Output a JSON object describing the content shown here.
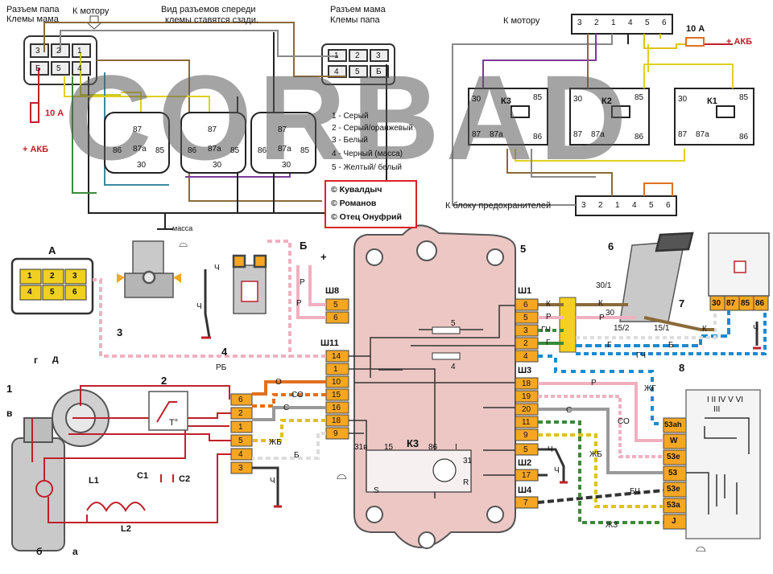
{
  "watermark": "CORBAD",
  "top_left": {
    "male_plug": "Разъем папа",
    "female_plug": "Клемы мама",
    "to_motor": "К мотору",
    "view_note_1": "Вид разъемов спереди",
    "view_note_2": "клемы ставятся сзади.",
    "female_plug_r": "Разъем мама",
    "male_plug_r": "Клемы папа",
    "fuse": "10 А",
    "akb": "+ АКБ",
    "mass": "масса",
    "plug_left_pins": [
      "3",
      "2",
      "1",
      "Б",
      "5",
      "4"
    ],
    "plug_right_pins": [
      "1",
      "2",
      "3",
      "4",
      "5",
      "Б"
    ],
    "relay_pins": [
      "87",
      "86",
      "87а",
      "85",
      "30"
    ]
  },
  "wire_legend": [
    "1 - Серый",
    "2 - Серый/оранжевый",
    "3 - Белый",
    "4 - Черный (масса)",
    "5 - Желтый/ белый"
  ],
  "credits": [
    "© Кувалдыч",
    "© Романов",
    "© Отец Онуфрий"
  ],
  "top_right": {
    "to_motor": "К мотору",
    "fuse": "10 А",
    "akb": "+ АКБ",
    "to_fuse_block": "К блоку предохранителей",
    "connector_pins": [
      "3",
      "2",
      "1",
      "4",
      "5",
      "6"
    ],
    "relays": [
      "К3",
      "К2",
      "К1"
    ],
    "relay_pin_labels": [
      "30",
      "85",
      "87",
      "87а",
      "86"
    ]
  },
  "main": {
    "connector_A_label": "А",
    "connector_A_pins": [
      "1",
      "2",
      "3",
      "4",
      "5",
      "6"
    ],
    "label_B": "Б",
    "plus": "+",
    "numbers": [
      "1",
      "2",
      "3",
      "4",
      "5",
      "6",
      "7",
      "8"
    ],
    "letters": {
      "g": "г",
      "d": "д",
      "v": "в",
      "b": "б",
      "a": "а"
    },
    "L1": "L1",
    "L2": "L2",
    "C1": "C1",
    "C2": "C2",
    "thermo": "T°",
    "block_headers": {
      "sh8": "Ш8",
      "sh11": "Ш11",
      "sh1": "Ш1",
      "sh3": "Ш3",
      "sh2": "Ш2",
      "sh4": "Ш4"
    },
    "sh8_pins": [
      "5",
      "6"
    ],
    "sh11_pins": [
      "14",
      "1",
      "10",
      "15",
      "16",
      "18",
      "9"
    ],
    "motor_conn_pins": [
      "6",
      "2",
      "1",
      "5",
      "4",
      "3"
    ],
    "sh1_pins": [
      "6",
      "5",
      "3",
      "2",
      "4"
    ],
    "sh3_pins": [
      "18",
      "19",
      "20",
      "11",
      "9"
    ],
    "sh2_pins": [
      "5",
      "17"
    ],
    "sh4_pins": [
      "7"
    ],
    "k3": "К3",
    "k3_pins": [
      "31в",
      "15",
      "86",
      "I",
      "31",
      "S",
      "R"
    ],
    "resistor_labels": [
      "5",
      "4"
    ],
    "wire_codes_left": [
      "Р",
      "Р",
      "РБ",
      "Ч",
      "Ч",
      "О",
      "СО",
      "С",
      "ЖБ",
      "Б",
      "Ч"
    ],
    "wire_codes_right": [
      "К",
      "Р",
      "ГЧ",
      "Г",
      "ЖГ",
      "Р",
      "С",
      "СО",
      "ЖБ",
      "Ч",
      "БЧ",
      "ЖЗ",
      "К",
      "Б",
      "Г",
      "ГЧ"
    ],
    "ign_switch_pins": [
      "30/1",
      "30",
      "15/2",
      "15/1"
    ],
    "relay7_pins": [
      "30",
      "87",
      "85",
      "86"
    ],
    "switch8_positions": "I II IV V VI",
    "switch8_pos3": "III",
    "switch8_pins": [
      "53ah",
      "W",
      "53e",
      "53",
      "53e",
      "53a",
      "J"
    ],
    "ground_codes": [
      "Ч",
      "Ч"
    ]
  }
}
